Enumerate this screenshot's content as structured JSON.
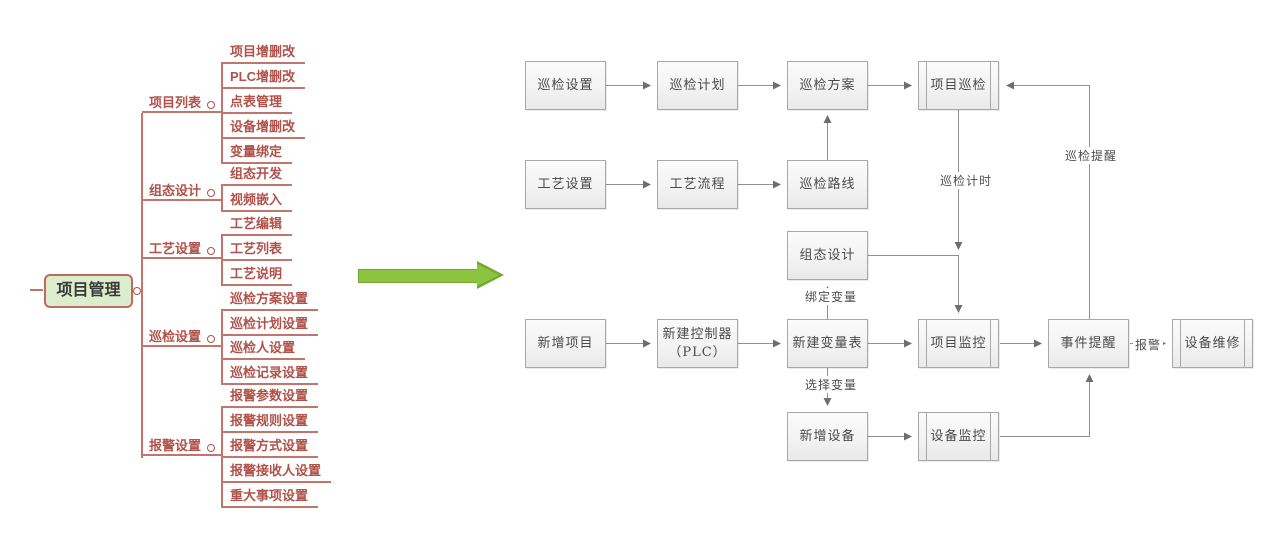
{
  "mindmap": {
    "root_label": "项目管理",
    "branches": [
      {
        "label": "项目列表",
        "children": [
          "项目增删改",
          "PLC增删改",
          "点表管理",
          "设备增删改",
          "变量绑定"
        ]
      },
      {
        "label": "组态设计",
        "children": [
          "组态开发",
          "视频嵌入"
        ]
      },
      {
        "label": "工艺设置",
        "children": [
          "工艺编辑",
          "工艺列表",
          "工艺说明"
        ]
      },
      {
        "label": "巡检设置",
        "children": [
          "巡检方案设置",
          "巡检计划设置",
          "巡检人设置",
          "巡检记录设置"
        ]
      },
      {
        "label": "报警设置",
        "children": [
          "报警参数设置",
          "报警规则设置",
          "报警方式设置",
          "报警接收人设置",
          "重大事项设置"
        ]
      }
    ],
    "colors": {
      "text": "#b0524a",
      "line": "#c1756d",
      "root_fill": "#dcedce",
      "root_border": "#c0695e"
    }
  },
  "transform_arrow_color": "#8bc53f",
  "flowchart": {
    "nodes": [
      {
        "label": "巡检设置"
      },
      {
        "label": "巡检计划"
      },
      {
        "label": "巡检方案"
      },
      {
        "label": "项目巡检"
      },
      {
        "label": "工艺设置"
      },
      {
        "label": "工艺流程"
      },
      {
        "label": "巡检路线"
      },
      {
        "label": "组态设计"
      },
      {
        "label": "新增项目"
      },
      {
        "label": "新建控制器",
        "label2": "（PLC）"
      },
      {
        "label": "新建变量表"
      },
      {
        "label": "项目监控"
      },
      {
        "label": "事件提醒"
      },
      {
        "label": "设备维修"
      },
      {
        "label": "新增设备"
      },
      {
        "label": "设备监控"
      }
    ],
    "edge_labels": {
      "inspection_reminder": "巡检提醒",
      "inspection_timer": "巡检计时",
      "bind_variable": "绑定变量",
      "select_variable": "选择变量",
      "alarm": "报警"
    },
    "colors": {
      "box_border": "#a8a8a8",
      "line": "#909090",
      "text": "#4a4a4a"
    }
  }
}
